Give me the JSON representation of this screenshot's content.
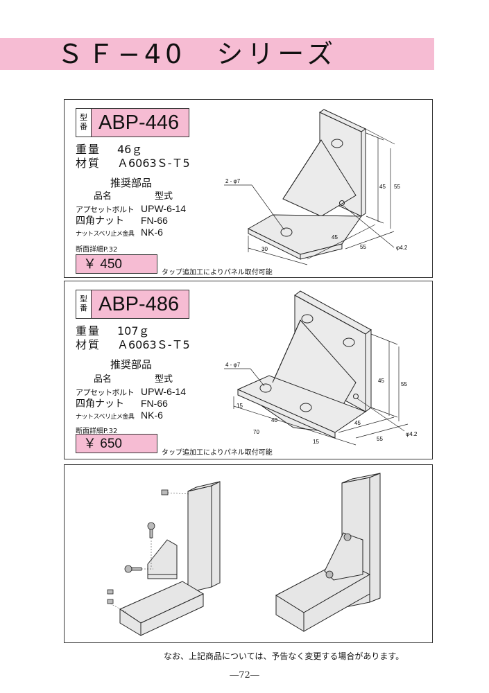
{
  "title": "ＳＦ−40　シリーズ",
  "products": [
    {
      "type_label": "型番",
      "model": "ABP-446",
      "weight_label": "重量",
      "weight": "46ｇ",
      "material_label": "材質",
      "material": "Ａ6063Ｓ-Ｔ5",
      "recommended_title": "推奨部品",
      "col_name": "品名",
      "col_model": "型式",
      "parts": [
        {
          "name": "アプセットボルト",
          "model": "UPW-6-14"
        },
        {
          "name": "四角ナット",
          "model": "FN-66"
        },
        {
          "name": "ナットスベリ止メ金具",
          "model": "NK-6"
        }
      ],
      "detail_ref": "断面詳細P.32",
      "price": "￥ 450",
      "note": "タップ追加工によりパネル取付可能",
      "dims": {
        "hole": "2 - φ7",
        "d45v": "45",
        "d55v": "55",
        "d30": "30",
        "d45h": "45",
        "d55h": "55",
        "phi": "φ4.2"
      }
    },
    {
      "type_label": "型番",
      "model": "ABP-486",
      "weight_label": "重量",
      "weight": "107ｇ",
      "material_label": "材質",
      "material": "Ａ6063Ｓ-Ｔ5",
      "recommended_title": "推奨部品",
      "col_name": "品名",
      "col_model": "型式",
      "parts": [
        {
          "name": "アプセットボルト",
          "model": "UPW-6-14"
        },
        {
          "name": "四角ナット",
          "model": "FN-66"
        },
        {
          "name": "ナットスベリ止メ金具",
          "model": "NK-6"
        }
      ],
      "detail_ref": "断面詳細P.32",
      "price": "￥ 650",
      "note": "タップ追加工によりパネル取付可能",
      "dims": {
        "hole": "4 - φ7",
        "d45v": "45",
        "d55v": "55",
        "d15a": "15",
        "d40": "40",
        "d70": "70",
        "d15b": "15",
        "d45h": "45",
        "d55h": "55",
        "phi": "φ4.2"
      }
    }
  ],
  "footer_note": "なお、上記商品については、予告なく変更する場合があります。",
  "page_number": "―72―"
}
